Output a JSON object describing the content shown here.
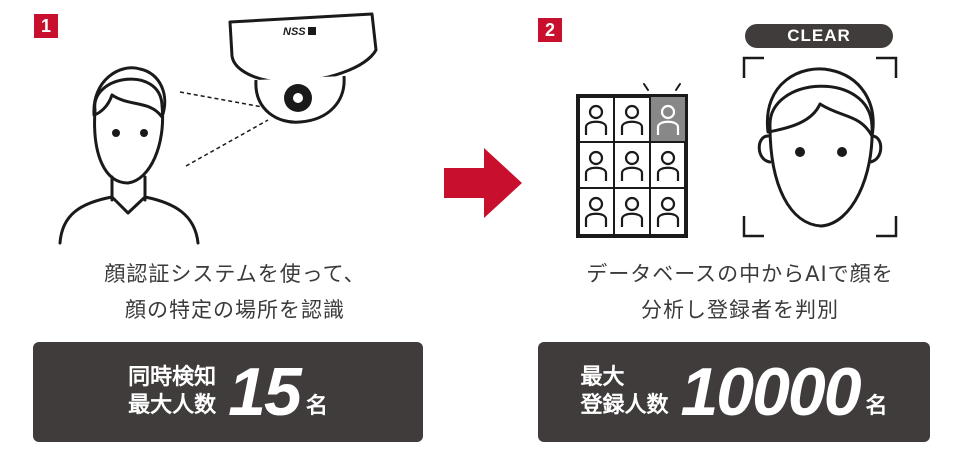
{
  "step1": {
    "number": "1",
    "camera_brand": "NSS",
    "caption_line1": "顔認証システムを使って、",
    "caption_line2": "顔の特定の場所を認識",
    "stat_label_line1": "同時検知",
    "stat_label_line2": "最大人数",
    "stat_value": "15",
    "stat_unit": "名"
  },
  "step2": {
    "number": "2",
    "match_label": "CLEAR",
    "caption_line1": "データベースの中からAIで顔を",
    "caption_line2": "分析し登録者を判別",
    "stat_label_line1": "最大",
    "stat_label_line2": "登録人数",
    "stat_value": "10000",
    "stat_unit": "名"
  },
  "colors": {
    "accent": "#c8102e",
    "dark_panel": "#403c3b",
    "line": "#1a1a1a",
    "highlight_cell": "#888888"
  }
}
